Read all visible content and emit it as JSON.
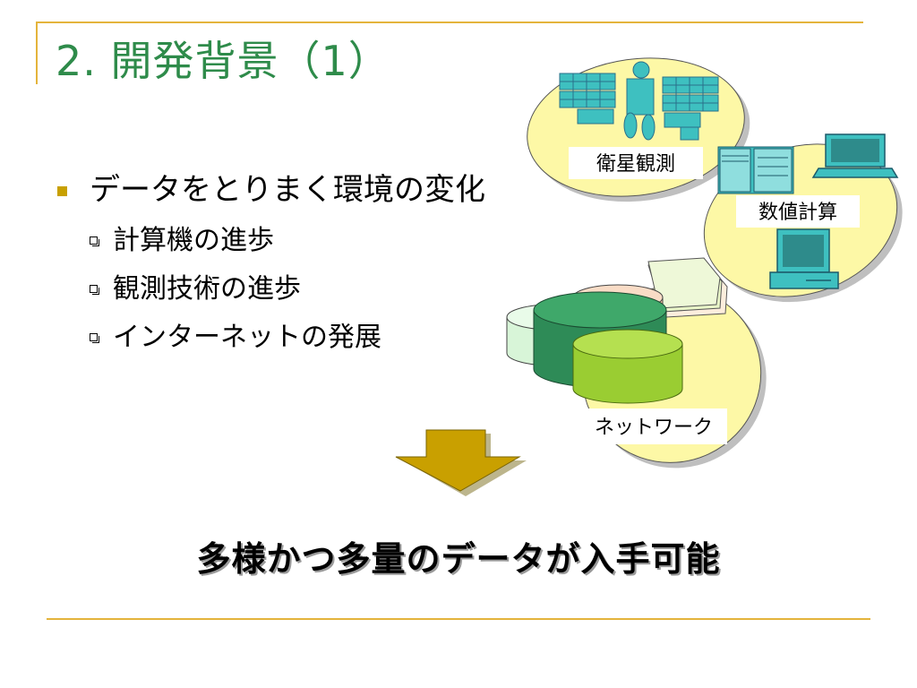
{
  "slide": {
    "title": "2. 開発背景（1）",
    "bullets": [
      {
        "text": "データをとりまく環境の変化",
        "sub": [
          "計算機の進歩",
          "観測技術の進歩",
          "インターネットの発展"
        ]
      }
    ],
    "conclusion": "多様かつ多量のデータが入手可能"
  },
  "illustration": {
    "labels": {
      "satellite": "衛星観測",
      "computation": "数値計算",
      "network": "ネットワーク"
    }
  },
  "colors": {
    "title": "#2e8b4a",
    "frame_line": "#e4b43c",
    "bullet_square": "#c8a000",
    "blob_fill": "#fdf8a6",
    "blob_shadow": "#8a8a8a",
    "teal": "#3ec0c0",
    "dark_green": "#2e8b57",
    "light_green": "#9acd32",
    "pale_green": "#d8f5d8",
    "peach": "#f6c9a8",
    "arrow_fill": "#c9a000"
  }
}
